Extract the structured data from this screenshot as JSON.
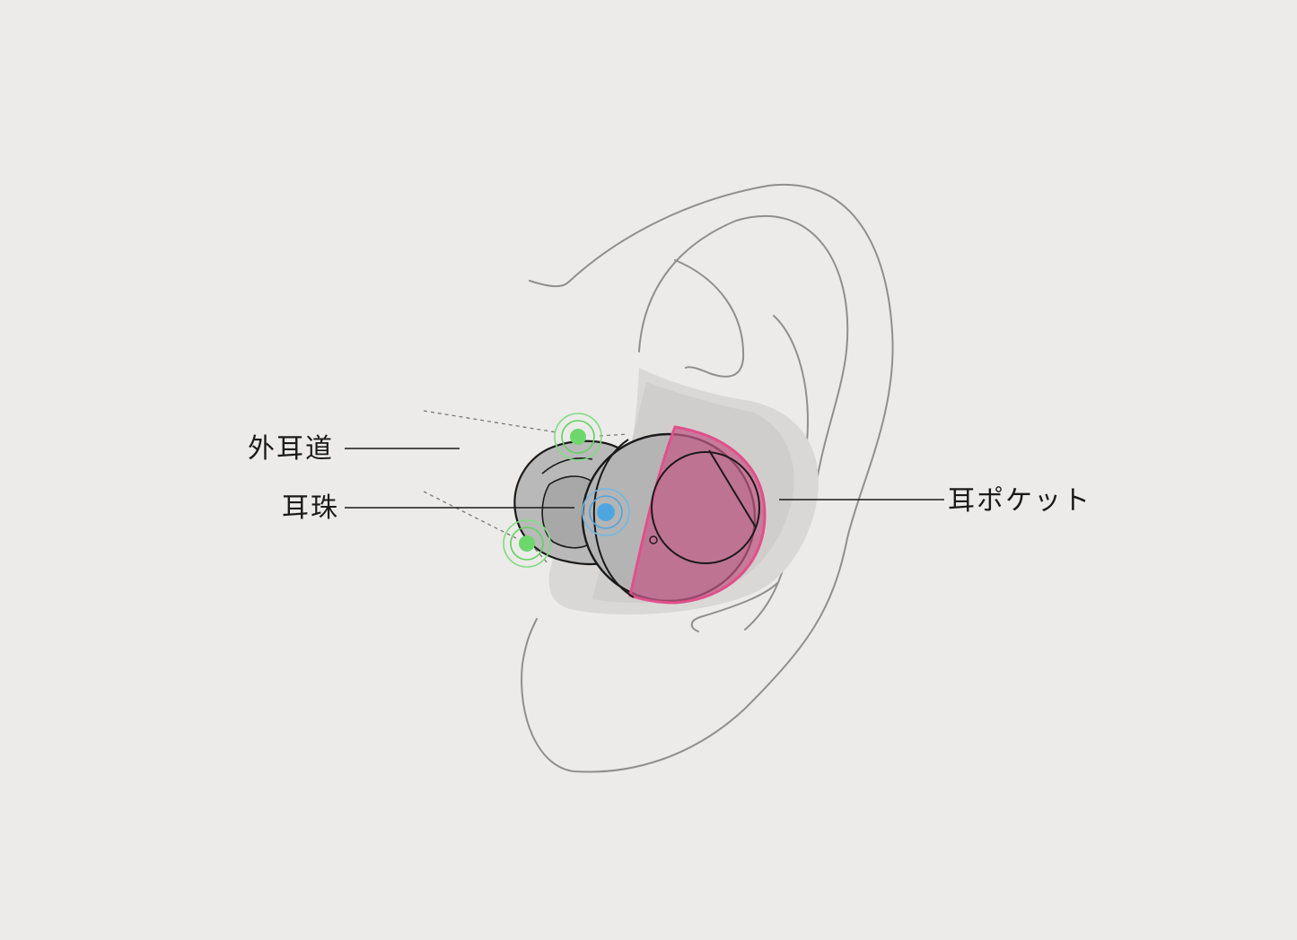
{
  "labels": {
    "ear_canal": "外耳道",
    "tragus": "耳珠",
    "ear_pocket": "耳ポケット"
  },
  "colors": {
    "background": "#ecebe9",
    "ear_outline": "#8f8f8f",
    "earbud_body": "#bdbdbd",
    "earbud_outline": "#1a1a1a",
    "ear_pocket_highlight": "#e0508a",
    "ear_canal_contact": "#5fd35f",
    "tragus_contact": "#4da6e0"
  },
  "icons": {
    "ear_canal_contact": "concentric-rings-icon",
    "tragus_contact": "concentric-rings-icon"
  }
}
